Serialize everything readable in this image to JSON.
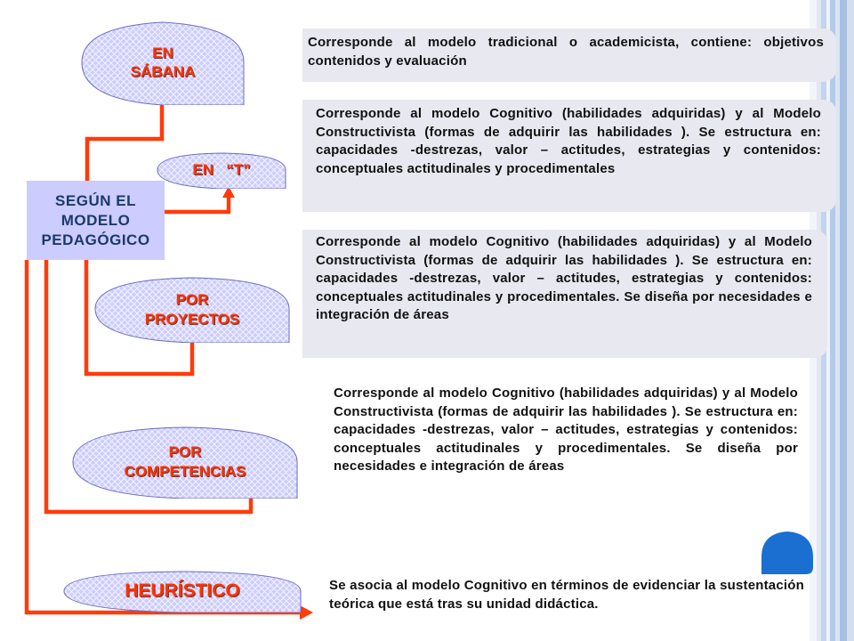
{
  "center": {
    "label": "SEGÚN EL\nMODELO\nPEDAGÓGICO"
  },
  "nodes": [
    {
      "label": "EN\nSÁBANA"
    },
    {
      "label": "EN   “T”"
    },
    {
      "label": "POR\nPROYECTOS"
    },
    {
      "label": "POR\nCOMPETENCIAS"
    },
    {
      "label": "HEURÍSTICO"
    }
  ],
  "descriptions": [
    "Corresponde al modelo tradicional o academicista, contiene: objetivos contenidos y evaluación",
    "Corresponde al modelo Cognitivo (habilidades adquiridas) y al Modelo Constructivista (formas de adquirir las habilidades ). Se estructura en: capacidades -destrezas, valor – actitudes, estrategias y contenidos: conceptuales actitudinales y procedimentales",
    "Corresponde al modelo Cognitivo (habilidades adquiridas) y al Modelo Constructivista (formas de adquirir las habilidades ). Se estructura en: capacidades -destrezas, valor – actitudes, estrategias y contenidos: conceptuales actitudinales y procedimentales. Se diseña por necesidades e integración de áreas",
    "Corresponde al modelo Cognitivo (habilidades adquiridas) y al Modelo Constructivista (formas de adquirir las habilidades ). Se estructura en: capacidades -destrezas, valor – actitudes, estrategias y contenidos: conceptuales actitudinales y procedimentales. Se diseña por necesidades e integración de áreas",
    "Se asocia al modelo Cognitivo en términos de evidenciar la sustentación teórica que está tras su unidad didáctica."
  ],
  "colors": {
    "connector": "#ff3b0a",
    "oval_fill": "#ccccff",
    "oval_label": "#ff3300",
    "center_fill": "#ccccff",
    "center_text": "#1a3a6b",
    "accent_dot": "#1a6fd0"
  }
}
